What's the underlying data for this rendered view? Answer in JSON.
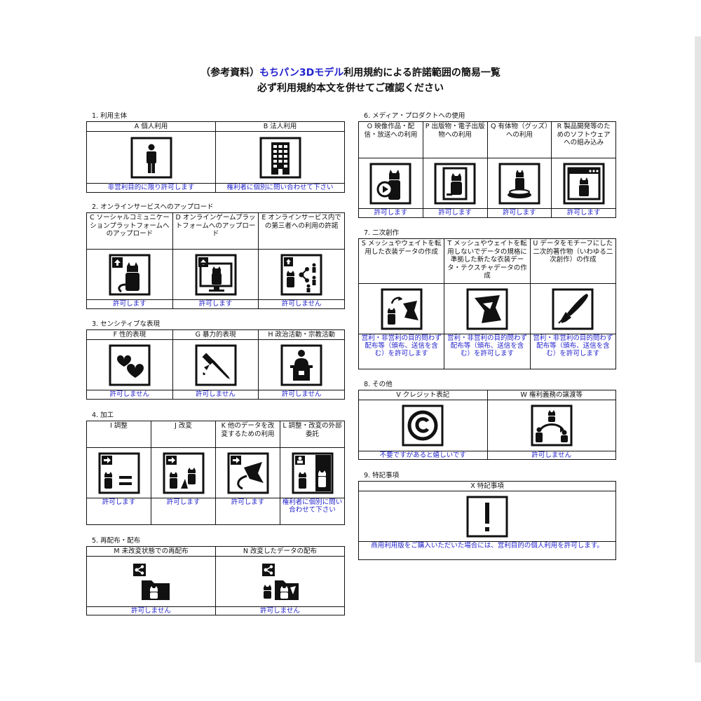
{
  "title": {
    "prefix": "（参考資料）",
    "brand": "もちパン3Dモデル",
    "suffix": "利用規約による許諾範囲の簡易一覧",
    "line2": "必ず利用規約本文を併せてご確認ください"
  },
  "colors": {
    "accent": "#2222cc",
    "border": "#111111",
    "icon": "#111111"
  },
  "sections": [
    {
      "id": "s1",
      "title": "1. 利用主体",
      "items": [
        {
          "header": "A 個人利用",
          "icon": "person-icon",
          "label": "非営利目的に限り許可します"
        },
        {
          "header": "B 法人利用",
          "icon": "building-icon",
          "label": "権利者に個別に問い合わせて下さい"
        }
      ]
    },
    {
      "id": "s2",
      "title": "2. オンラインサービスへのアップロード",
      "items": [
        {
          "header": "C ソーシャルコミュニケーションプラットフォームへのアップロード",
          "icon": "upload-cat-icon",
          "label": "許可します"
        },
        {
          "header": "D オンラインゲームプラットフォームへのアップロード",
          "icon": "upload-monitor-icon",
          "label": "許可します"
        },
        {
          "header": "E オンラインサービス内での第三者への利用の許諾",
          "icon": "upload-share-icon",
          "label": "許可しません"
        }
      ]
    },
    {
      "id": "s3",
      "title": "3. センシティブな表現",
      "items": [
        {
          "header": "F 性的表現",
          "icon": "hearts-icon",
          "label": "許可しません"
        },
        {
          "header": "G 暴力的表現",
          "icon": "knife-icon",
          "label": "許可しません"
        },
        {
          "header": "H 政治活動・宗教活動",
          "icon": "podium-icon",
          "label": "許可しません"
        }
      ]
    },
    {
      "id": "s4",
      "title": "4. 加工",
      "items": [
        {
          "header": "I 調整",
          "icon": "adjust-equals-icon",
          "label": "許可します"
        },
        {
          "header": "J 改変",
          "icon": "modify-cats-icon",
          "label": "許可します"
        },
        {
          "header": "K 他のデータを改変するための利用",
          "icon": "modify-other-icon",
          "label": "許可します"
        },
        {
          "header": "L 調整・改変の外部委託",
          "icon": "outsource-icon",
          "label": "権利者に個別に問い合わせて下さい"
        }
      ]
    },
    {
      "id": "s5",
      "title": "5. 再配布・配布",
      "items": [
        {
          "header": "M 未改変状態での再配布",
          "icon": "share-folder-icon",
          "label": "許可しません"
        },
        {
          "header": "N 改変したデータの配布",
          "icon": "share-modified-folder-icon",
          "label": "許可しません"
        }
      ]
    },
    {
      "id": "s6",
      "title": "6. メディア・プロダクトへの使用",
      "items": [
        {
          "header": "O 映像作品・配信・放送への利用",
          "icon": "video-cat-icon",
          "label": "許可します"
        },
        {
          "header": "P 出版物・電子出版物への利用",
          "icon": "publication-icon",
          "label": "許可します"
        },
        {
          "header": "Q 有体物（グッズ）への利用",
          "icon": "figure-goods-icon",
          "label": "許可します"
        },
        {
          "header": "R 製品開発等のためのソフトウェアへの組み込み",
          "icon": "software-window-icon",
          "label": "許可します"
        }
      ]
    },
    {
      "id": "s7",
      "title": "7. 二次創作",
      "items": [
        {
          "header": "S メッシュやウェイトを転用した衣装データの作成",
          "icon": "costume-transfer-icon",
          "label": "営利・非営利の目的問わず配布等（頒布、送信を含む）を許可します"
        },
        {
          "header": "T メッシュやウェイトを転用しないでデータの規格に準拠した新たな衣装データ・テクスチャデータの作成",
          "icon": "costume-new-icon",
          "label": "営利・非営利の目的問わず配布等（頒布、送信を含む）を許可します"
        },
        {
          "header": "U データをモチーフにした二次的著作物（いわゆる二次創作）の作成",
          "icon": "pen-nib-icon",
          "label": "営利・非営利の目的問わず配布等（頒布、送信を含む）を許可します"
        }
      ]
    },
    {
      "id": "s8",
      "title": "8. その他",
      "items": [
        {
          "header": "V クレジット表記",
          "icon": "copyright-icon",
          "label": "不要ですがあると嬉しいです"
        },
        {
          "header": "W 権利義務の譲渡等",
          "icon": "transfer-rights-icon",
          "label": "許可しません"
        }
      ]
    },
    {
      "id": "s9",
      "title": "9. 特記事項",
      "items": [
        {
          "header": "X 特記事項",
          "icon": "exclamation-icon",
          "label": "商用利用版をご購入いただいた場合には、営利目的の個人利用を許可します。"
        }
      ]
    }
  ]
}
